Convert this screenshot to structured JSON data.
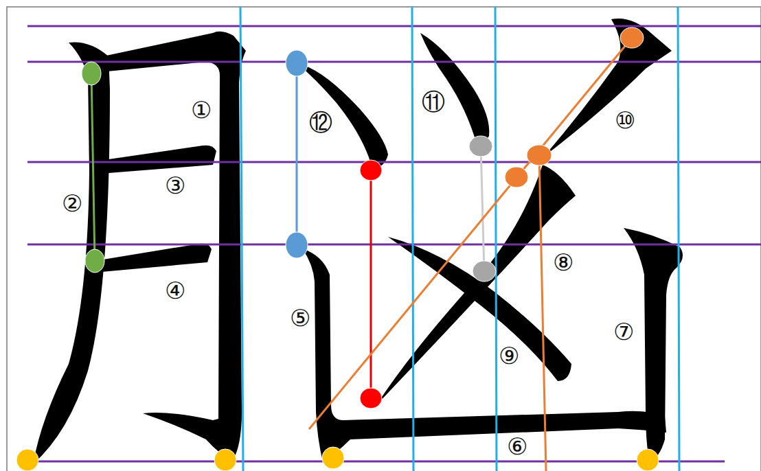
{
  "diagram": {
    "labels": [
      "①",
      "②",
      "③",
      "④",
      "⑫",
      "⑤",
      "⑪",
      "⑩",
      "⑧",
      "⑦",
      "⑨",
      "⑥"
    ]
  }
}
